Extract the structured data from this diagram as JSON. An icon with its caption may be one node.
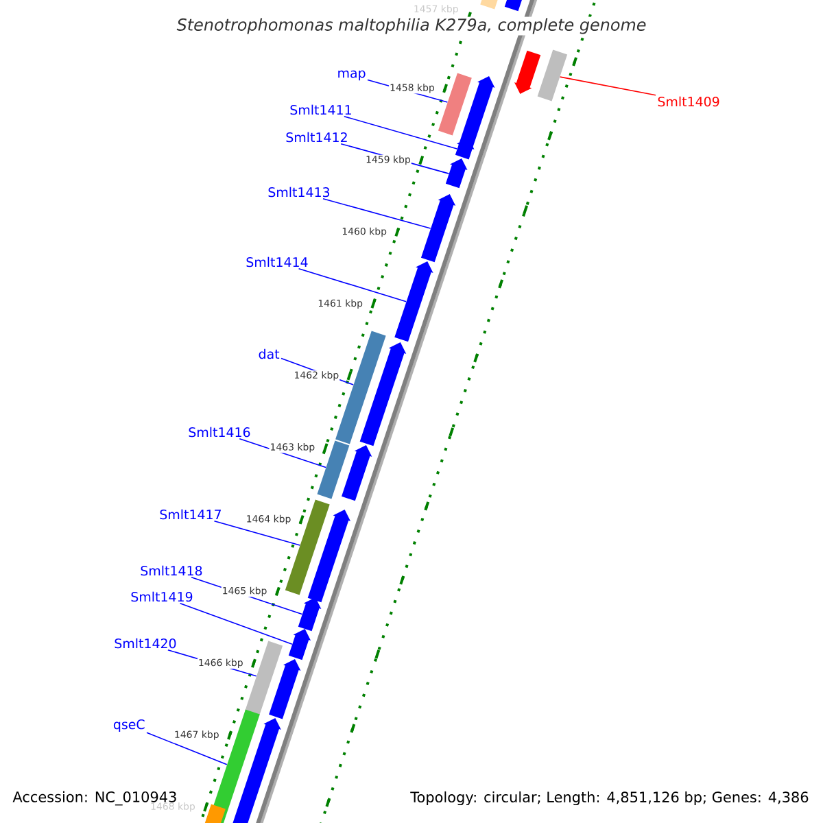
{
  "diagram": {
    "title": "Stenotrophomonas maltophilia K279a, complete genome",
    "nodes": [
      {
        "text": [
          "map"
        ]
      },
      {
        "text": [
          "Smlt1411"
        ]
      },
      {
        "text": [
          "Smlt1412"
        ]
      },
      {
        "text": [
          "Smlt1413"
        ]
      },
      {
        "text": [
          "Smlt1414"
        ]
      },
      {
        "text": [
          "dat"
        ]
      },
      {
        "text": [
          "Smlt1416"
        ]
      },
      {
        "text": [
          "Smlt1417"
        ]
      },
      {
        "text": [
          "Smlt1418"
        ]
      },
      {
        "text": [
          "Smlt1419"
        ]
      },
      {
        "text": [
          "Smlt1420"
        ]
      },
      {
        "text": [
          "qseC"
        ]
      },
      {
        "text": [
          "Smlt1409"
        ]
      },
      {
        "text": [],
        "shape": "arrow"
      },
      {
        "text": [],
        "shape": "bar"
      },
      {
        "text": [],
        "shape": "arrow"
      },
      {
        "text": [],
        "shape": "bar"
      },
      {
        "text": [],
        "shape": "bar"
      },
      {
        "text": [],
        "shape": "arrow"
      },
      {
        "text": [],
        "shape": "arrow"
      },
      {
        "text": [],
        "shape": "arrow"
      },
      {
        "text": [],
        "shape": "arrow"
      },
      {
        "text": [],
        "shape": "arrow"
      },
      {
        "text": [],
        "shape": "bar"
      },
      {
        "text": [],
        "shape": "arrow"
      },
      {
        "text": [],
        "shape": "bar"
      },
      {
        "text": [],
        "shape": "arrow"
      },
      {
        "text": [],
        "shape": "bar"
      },
      {
        "text": [],
        "shape": "arrow"
      },
      {
        "text": [],
        "shape": "arrow"
      },
      {
        "text": [],
        "shape": "arrow"
      },
      {
        "text": [],
        "shape": "bar"
      },
      {
        "text": [],
        "shape": "arrow"
      },
      {
        "text": [],
        "shape": "bar"
      },
      {
        "text": [],
        "shape": "arrow"
      },
      {
        "text": [],
        "shape": "bar"
      }
    ],
    "edges": [
      {
        "from": 0,
        "to": 17,
        "arrow": "none"
      },
      {
        "from": 1,
        "to": 19,
        "arrow": "none"
      },
      {
        "from": 2,
        "to": 20,
        "arrow": "none"
      },
      {
        "from": 3,
        "to": 21,
        "arrow": "none"
      },
      {
        "from": 4,
        "to": 22,
        "arrow": "none"
      },
      {
        "from": 5,
        "to": 23,
        "arrow": "none"
      },
      {
        "from": 6,
        "to": 25,
        "arrow": "none"
      },
      {
        "from": 7,
        "to": 27,
        "arrow": "none"
      },
      {
        "from": 8,
        "to": 29,
        "arrow": "none"
      },
      {
        "from": 9,
        "to": 30,
        "arrow": "none"
      },
      {
        "from": 10,
        "to": 31,
        "arrow": "none"
      },
      {
        "from": 11,
        "to": 33,
        "arrow": "none"
      },
      {
        "from": 12,
        "to": 16,
        "arrow": "none",
        "color": "#ff0000"
      }
    ],
    "labels": [
      "1457 kbp",
      "1458 kbp",
      "1459 kbp",
      "1460 kbp",
      "1461 kbp",
      "1462 kbp",
      "1463 kbp",
      "1464 kbp",
      "1465 kbp",
      "1466 kbp",
      "1467 kbp",
      "1468 kbp",
      "Accession: NC_010943",
      "Topology: circular; Length: 4,851,126 bp; Genes: 4,386"
    ]
  }
}
